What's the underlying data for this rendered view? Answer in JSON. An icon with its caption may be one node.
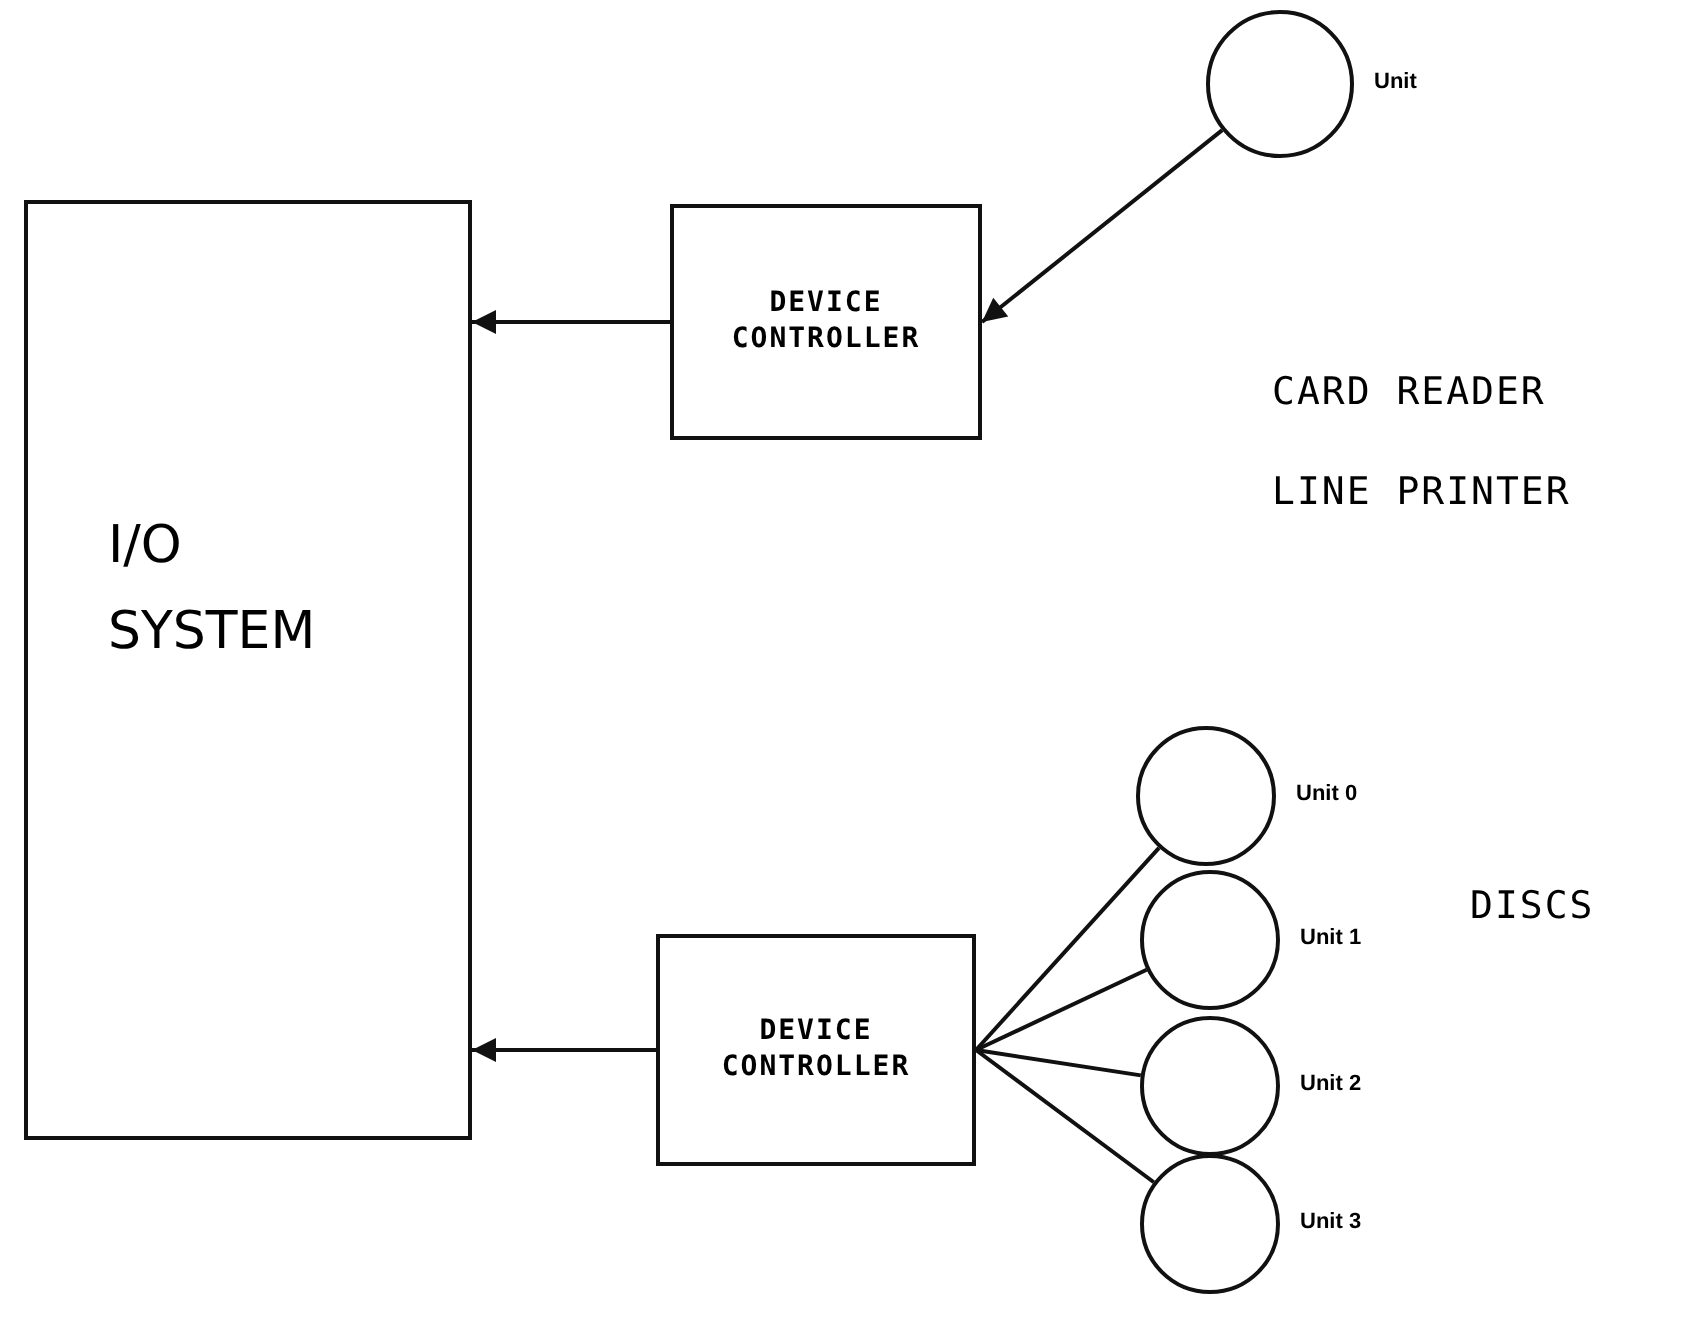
{
  "diagram": {
    "nodes": [
      {
        "text": [
          "I/O SYSTEM"
        ]
      },
      {
        "text": [
          "DEVICE CONTROLLER"
        ]
      },
      {
        "text": [],
        "shape": "circle",
        "beside": [
          "Unit"
        ]
      },
      {
        "text": [
          "DEVICE CONTROLLER"
        ]
      },
      {
        "text": [],
        "shape": "circle",
        "beside": [
          "Unit 0"
        ]
      },
      {
        "text": [],
        "shape": "circle",
        "beside": [
          "Unit 1"
        ]
      },
      {
        "text": [],
        "shape": "circle",
        "beside": [
          "Unit 2"
        ]
      },
      {
        "text": [],
        "shape": "circle",
        "beside": [
          "Unit 3"
        ]
      }
    ],
    "edges": [
      {
        "from": 1,
        "to": 0,
        "arrow": "to"
      },
      {
        "from": 2,
        "to": 1,
        "arrow": "to"
      },
      {
        "from": 3,
        "to": 0,
        "arrow": "to"
      },
      {
        "from": 3,
        "to": 4,
        "arrow": "none"
      },
      {
        "from": 3,
        "to": 5,
        "arrow": "none"
      },
      {
        "from": 3,
        "to": 6,
        "arrow": "none"
      },
      {
        "from": 3,
        "to": 7,
        "arrow": "none"
      }
    ],
    "labels": [
      "CARD READER",
      "LINE PRINTER",
      "DISCS"
    ]
  }
}
